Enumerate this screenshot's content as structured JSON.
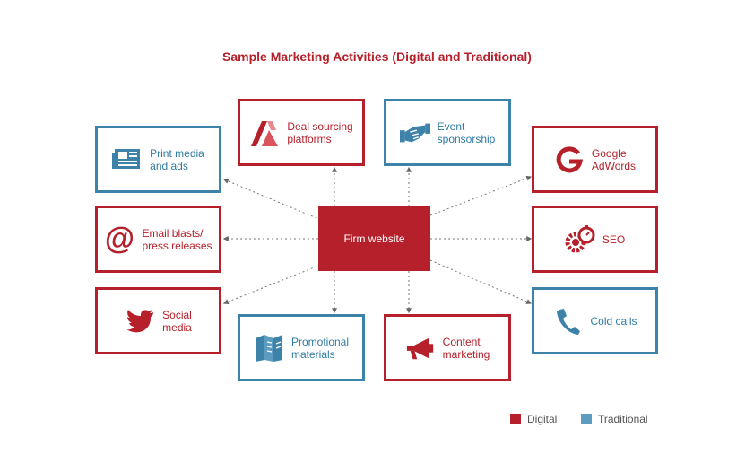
{
  "title": "Sample Marketing Activities (Digital and Traditional)",
  "hub": {
    "label": "Firm website"
  },
  "colors": {
    "digital": "#b5202a",
    "traditional": "#3d82a8"
  },
  "nodes": [
    {
      "id": "print-media",
      "label": "Print media and ads",
      "type": "traditional",
      "icon": "newspaper-icon"
    },
    {
      "id": "deal-sourcing",
      "label": "Deal sourcing platforms",
      "type": "digital",
      "icon": "platform-logo-icon"
    },
    {
      "id": "event-sponsorship",
      "label": "Event sponsorship",
      "type": "traditional",
      "icon": "handshake-icon"
    },
    {
      "id": "google-adwords",
      "label": "Google AdWords",
      "type": "digital",
      "icon": "google-g-icon"
    },
    {
      "id": "email-blasts",
      "label": "Email blasts/ press releases",
      "type": "digital",
      "icon": "at-sign-icon"
    },
    {
      "id": "seo",
      "label": "SEO",
      "type": "digital",
      "icon": "gears-stopwatch-icon"
    },
    {
      "id": "social-media",
      "label": "Social media",
      "type": "digital",
      "icon": "twitter-bird-icon"
    },
    {
      "id": "promotional-materials",
      "label": "Promotional materials",
      "type": "traditional",
      "icon": "brochure-icon"
    },
    {
      "id": "content-marketing",
      "label": "Content marketing",
      "type": "digital",
      "icon": "megaphone-icon"
    },
    {
      "id": "cold-calls",
      "label": "Cold calls",
      "type": "traditional",
      "icon": "phone-icon"
    }
  ],
  "legend": [
    {
      "label": "Digital",
      "type": "digital"
    },
    {
      "label": "Traditional",
      "type": "traditional"
    }
  ]
}
